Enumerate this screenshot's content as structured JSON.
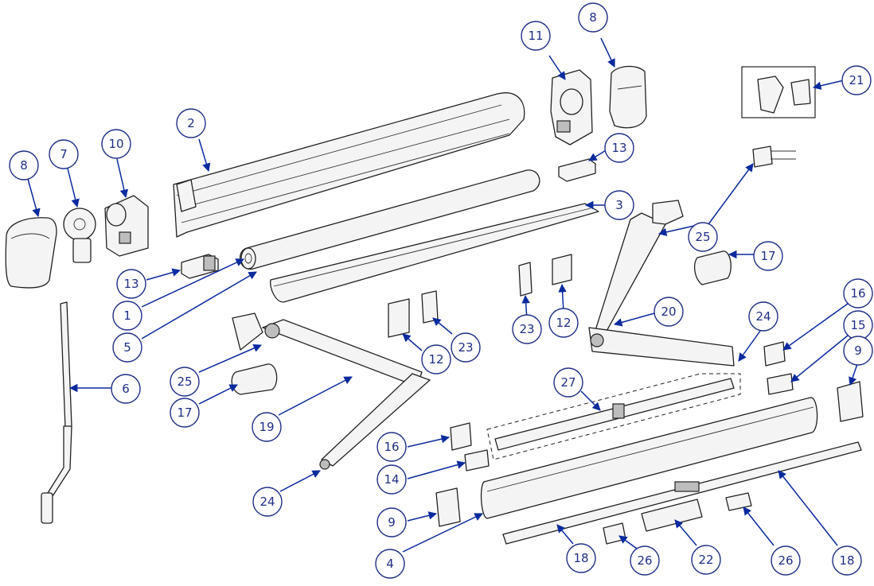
{
  "figure": {
    "type": "exploded-parts-diagram",
    "colors": {
      "callout": "#1f2f86",
      "leader": "#0a2a9e",
      "line": "#222222"
    }
  },
  "callouts": [
    {
      "id": "c-2",
      "label": "2"
    },
    {
      "id": "c-8a",
      "label": "8"
    },
    {
      "id": "c-7",
      "label": "7"
    },
    {
      "id": "c-10",
      "label": "10"
    },
    {
      "id": "c-13a",
      "label": "13"
    },
    {
      "id": "c-1",
      "label": "1"
    },
    {
      "id": "c-5",
      "label": "5"
    },
    {
      "id": "c-6",
      "label": "6"
    },
    {
      "id": "c-25a",
      "label": "25"
    },
    {
      "id": "c-17a",
      "label": "17"
    },
    {
      "id": "c-19",
      "label": "19"
    },
    {
      "id": "c-24a",
      "label": "24"
    },
    {
      "id": "c-12a",
      "label": "12"
    },
    {
      "id": "c-23a",
      "label": "23"
    },
    {
      "id": "c-11",
      "label": "11"
    },
    {
      "id": "c-8b",
      "label": "8"
    },
    {
      "id": "c-13b",
      "label": "13"
    },
    {
      "id": "c-3",
      "label": "3"
    },
    {
      "id": "c-23b",
      "label": "23"
    },
    {
      "id": "c-12b",
      "label": "12"
    },
    {
      "id": "c-25b",
      "label": "25"
    },
    {
      "id": "c-17b",
      "label": "17"
    },
    {
      "id": "c-20",
      "label": "20"
    },
    {
      "id": "c-24b",
      "label": "24"
    },
    {
      "id": "c-21",
      "label": "21"
    },
    {
      "id": "c-16a",
      "label": "16"
    },
    {
      "id": "c-15",
      "label": "15"
    },
    {
      "id": "c-9a",
      "label": "9"
    },
    {
      "id": "c-27",
      "label": "27"
    },
    {
      "id": "c-16b",
      "label": "16"
    },
    {
      "id": "c-14",
      "label": "14"
    },
    {
      "id": "c-9b",
      "label": "9"
    },
    {
      "id": "c-4",
      "label": "4"
    },
    {
      "id": "c-18a",
      "label": "18"
    },
    {
      "id": "c-26a",
      "label": "26"
    },
    {
      "id": "c-22",
      "label": "22"
    },
    {
      "id": "c-26b",
      "label": "26"
    },
    {
      "id": "c-18b",
      "label": "18"
    }
  ]
}
